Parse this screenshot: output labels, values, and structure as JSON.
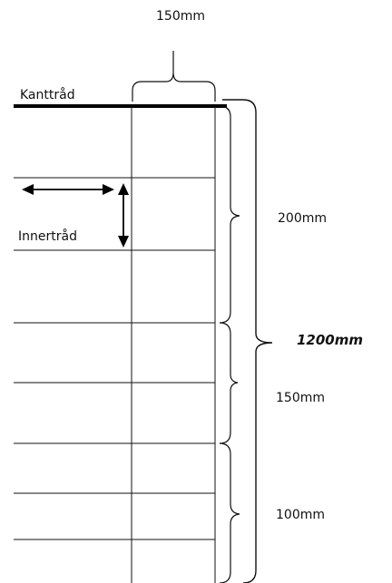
{
  "labels": {
    "top_width": "150mm",
    "edge_wire": "Kanttråd",
    "inner_wire": "Innertråd",
    "total_height": "1200mm",
    "spacing_upper": "200mm",
    "spacing_middle": "150mm",
    "spacing_lower": "100mm"
  },
  "colors": {
    "line": "#111111",
    "background": "#ffffff"
  }
}
